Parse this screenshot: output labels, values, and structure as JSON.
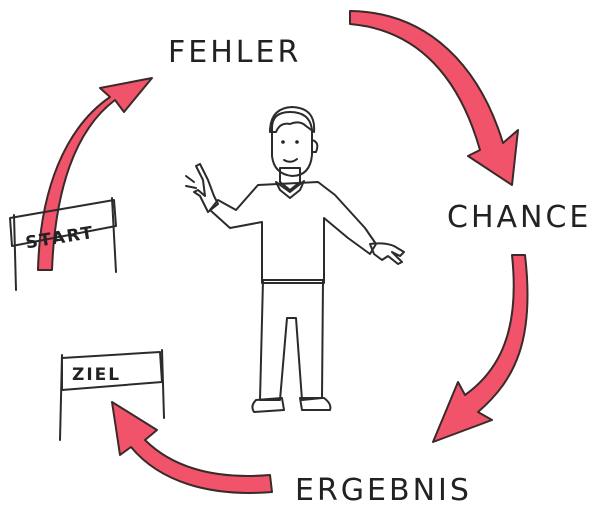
{
  "labels": {
    "step1": "FEHLER",
    "step2": "CHANCE",
    "step3": "ERGEBNIS"
  },
  "flags": {
    "start": "START",
    "ziel": "ZIEL"
  },
  "colors": {
    "arrow": "#f1546a",
    "start_flag": "#f4e34a",
    "ziel_flag": "#6cc5e0",
    "shirt": "#9b7a5a",
    "trousers": "#5f7f85",
    "skin": "#f6c89d",
    "hair": "#5a3a24",
    "shoes": "#5a3a24"
  }
}
